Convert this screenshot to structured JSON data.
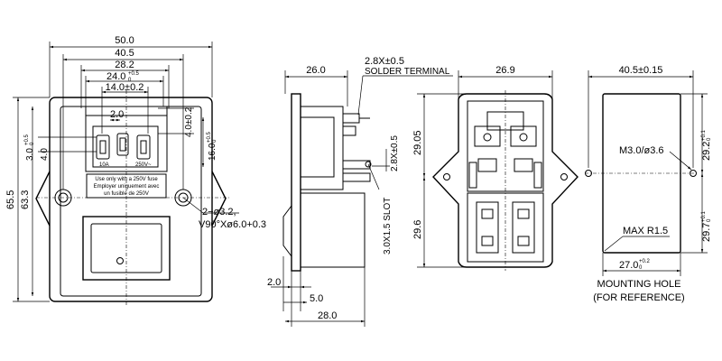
{
  "front_view": {
    "dims": {
      "width_50": "50.0",
      "width_40_5": "40.5",
      "width_28_2": "28.2",
      "width_24": "24.0",
      "width_24_tol": "+0.5",
      "width_24_tol_low": "0",
      "width_14": "14.0±0.2",
      "gap_2": "2.0",
      "side_3": "3.0",
      "side_3_tol": "+0.5",
      "side_3_tol_low": "0",
      "side_4": "4.0",
      "right_4": "4.0±0.2",
      "right_16": "16.0",
      "right_16_tol": "+0.5",
      "right_16_tol_low": "0",
      "height_65_5": "65.5",
      "height_63_3": "63.3",
      "holes": "2−ø3.2,",
      "holes_countersink": "V90°Xø6.0+0.3"
    },
    "fuse_labels": {
      "left": "10A",
      "right": "250V~"
    },
    "warning_lines": [
      "Use only with a 250V fuse",
      "Employer uniquement avec",
      "un fusible de 250V"
    ]
  },
  "side_view": {
    "dims": {
      "top_26": "26.0",
      "terminal": "2.8X±0.5",
      "terminal_label": "SOLDER TERMINAL",
      "vert_2_8": "2.8X±0.5",
      "slot": "3.0X1.5 SLOT",
      "bottom_2": "2.0",
      "bottom_5": "5.0",
      "bottom_28": "28.0"
    }
  },
  "rear_view": {
    "dims": {
      "top_26_9": "26.9",
      "upper_29_05": "29.05",
      "lower_29_6": "29.6"
    }
  },
  "mounting_hole": {
    "dims": {
      "width": "40.5±0.15",
      "screw": "M3.0/ø3.6",
      "upper_h": "29.2",
      "upper_h_tol": "+0.1",
      "upper_h_tol_low": "0",
      "lower_h": "29.7",
      "lower_h_tol": "+0.1",
      "lower_h_tol_low": "0",
      "radius": "MAX R1.5",
      "bottom": "27.0",
      "bottom_tol": "+0.2",
      "bottom_tol_low": "0"
    },
    "caption_1": "MOUNTING HOLE",
    "caption_2": "(FOR REFERENCE)"
  }
}
